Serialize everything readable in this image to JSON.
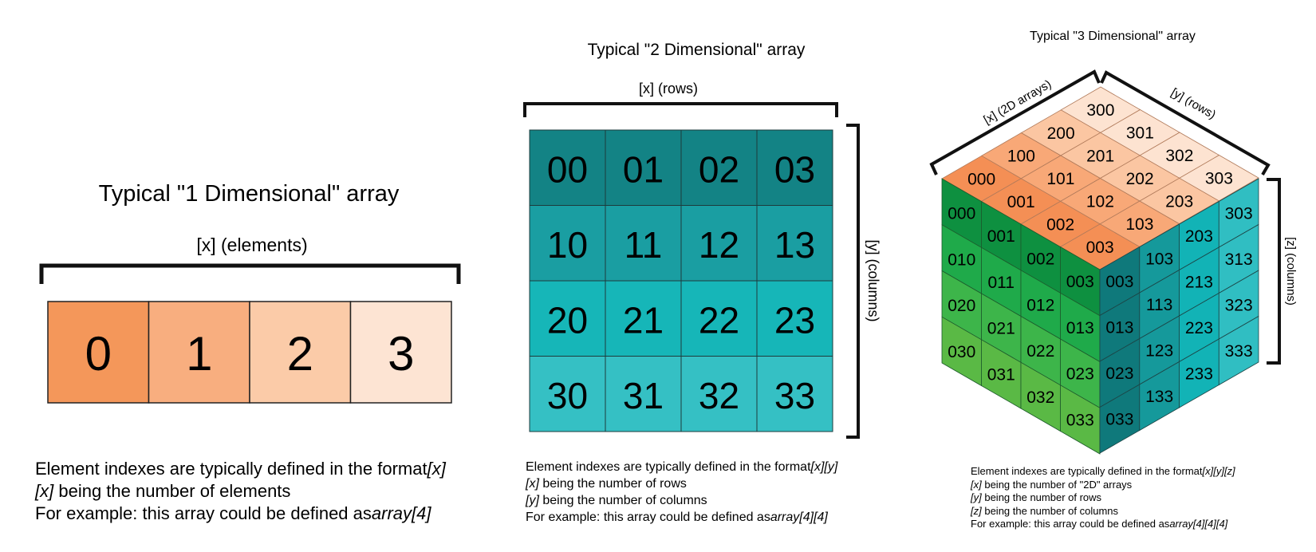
{
  "colors": {
    "orange": [
      "#F4975A",
      "#F8AE7F",
      "#FBCBA8",
      "#FDE4D3"
    ],
    "teal": [
      "#138385",
      "#1A9EA2",
      "#16B6B8",
      "#35C0C4"
    ],
    "green": [
      "#0E9040",
      "#1FAA4A",
      "#3DB54A",
      "#5AB945"
    ],
    "top_orange": [
      "#F48F55",
      "#F8A877",
      "#FBC6A2",
      "#FDE3D1"
    ],
    "side_teal": [
      "#0F797B",
      "#15999B",
      "#12B3B6",
      "#30BEC2"
    ]
  },
  "one_d": {
    "title": "Typical \"1 Dimensional\" array",
    "bracket_label": "[x] (elements)",
    "cells": [
      "0",
      "1",
      "2",
      "3"
    ],
    "caption": {
      "line1_text": "Element indexes are typically defined in the format",
      "line1_italic": "[x]",
      "line2_italic": "[x]",
      "line2_text": " being the number of elements",
      "line3_text": "For example: this array could be defined as",
      "line3_italic": "array[4]"
    }
  },
  "two_d": {
    "title": "Typical \"2 Dimensional\" array",
    "top_label": "[x] (rows)",
    "side_label": "[y] (columns)",
    "cells": [
      [
        "00",
        "01",
        "02",
        "03"
      ],
      [
        "10",
        "11",
        "12",
        "13"
      ],
      [
        "20",
        "21",
        "22",
        "23"
      ],
      [
        "30",
        "31",
        "32",
        "33"
      ]
    ],
    "caption": {
      "line1_text": "Element indexes are typically defined in the format",
      "line1_italic": "[x][y]",
      "line2_italic": "[x]",
      "line2_text": " being the number of rows",
      "line3_italic": "[y]",
      "line3_text": " being the number of columns",
      "line4_text": "For example: this array could be defined as",
      "line4_italic": "array[4][4]"
    }
  },
  "three_d": {
    "title": "Typical \"3 Dimensional\" array",
    "label_x": "[x] (2D arrays)",
    "label_y": "[y] (rows)",
    "label_z": "[z] (columns)",
    "top_cells": [
      [
        "000",
        "001",
        "002",
        "003"
      ],
      [
        "100",
        "101",
        "102",
        "103"
      ],
      [
        "200",
        "201",
        "202",
        "203"
      ],
      [
        "300",
        "301",
        "302",
        "303"
      ]
    ],
    "left_cells": [
      [
        "000",
        "001",
        "002",
        "003"
      ],
      [
        "010",
        "011",
        "012",
        "013"
      ],
      [
        "020",
        "021",
        "022",
        "023"
      ],
      [
        "030",
        "031",
        "032",
        "033"
      ]
    ],
    "right_cells": [
      [
        "003",
        "103",
        "203",
        "303"
      ],
      [
        "013",
        "113",
        "213",
        "313"
      ],
      [
        "023",
        "123",
        "223",
        "323"
      ],
      [
        "033",
        "133",
        "233",
        "333"
      ]
    ],
    "caption": {
      "line1_text": "Element indexes are typically defined in the format",
      "line1_italic": "[x][y][z]",
      "line2_italic": "[x]",
      "line2_text": " being the number of \"2D\" arrays",
      "line3_italic": "[y]",
      "line3_text": " being the number of rows",
      "line4_italic": "[z]",
      "line4_text": " being the number of columns",
      "line5_text": "For example: this array could be defined as",
      "line5_italic": "array[4][4][4]"
    }
  }
}
